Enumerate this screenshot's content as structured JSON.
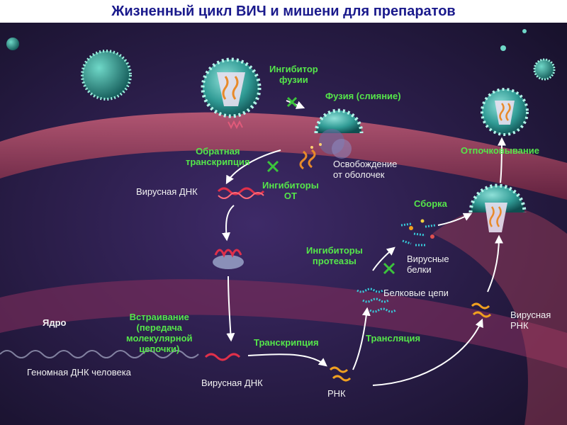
{
  "title": "Жизненный цикл ВИЧ и мишени для препаратов",
  "labels": {
    "fusion_inhibitor": [
      "Ингибитор",
      "фузии"
    ],
    "fusion": "Фузия (слияние)",
    "reverse_transcription": [
      "Обратная",
      "транскрипция"
    ],
    "uncoating": [
      "Освобождение",
      "от оболочек"
    ],
    "rt_inhibitors": [
      "Ингибиторы",
      "ОТ"
    ],
    "viral_dna_top": "Вирусная ДНК",
    "budding": "Отпочковывание",
    "assembly": "Сборка",
    "protease_inhibitors": [
      "Ингибиторы",
      "протеазы"
    ],
    "viral_proteins": [
      "Вирусные",
      "белки"
    ],
    "protein_chains": "Белковые цепи",
    "viral_rna": [
      "Вирусная",
      "РНК"
    ],
    "nucleus": "Ядро",
    "integration": [
      "Встраивание",
      "(передача",
      "молекулярной",
      "цепочки)"
    ],
    "transcription": "Транскрипция",
    "translation": "Трансляция",
    "human_dna": "Геномная ДНК человека",
    "viral_dna_bottom": "Вирусная ДНК",
    "rna": "РНК"
  },
  "colors": {
    "inhibitor_text": "#55e64a",
    "inhibitor_mark": "#3cc43c",
    "title_text": "#1a1a8c",
    "membrane": "#a8405a",
    "virus_shell": "#3aa8a0"
  }
}
